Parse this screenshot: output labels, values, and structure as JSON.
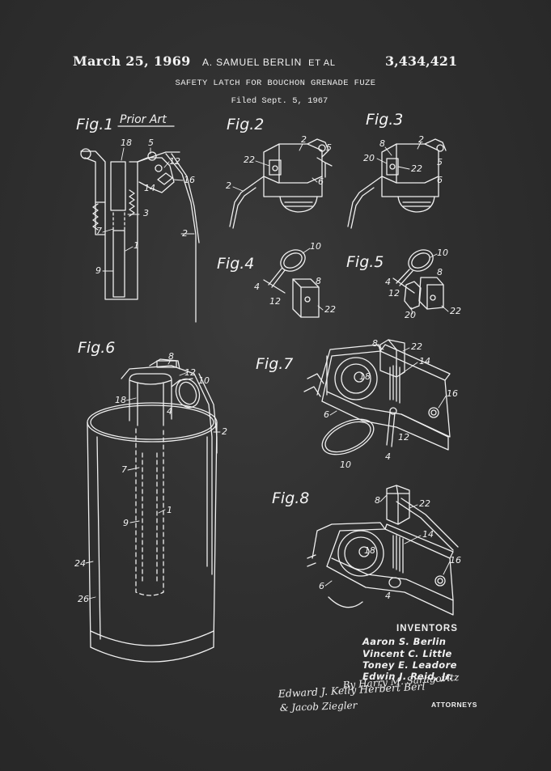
{
  "header": {
    "date": "March 25, 1969",
    "inventor_short": "A. SAMUEL BERLIN",
    "et_al": "ET AL",
    "patent_number": "3,434,421",
    "title": "SAFETY LATCH FOR BOUCHON GRENADE FUZE",
    "filed": "Filed Sept. 5, 1967"
  },
  "figures": {
    "fig1": "Fig.1",
    "prior_art": "Prior Art",
    "fig2": "Fig.2",
    "fig3": "Fig.3",
    "fig4": "Fig.4",
    "fig5": "Fig.5",
    "fig6": "Fig.6",
    "fig7": "Fig.7",
    "fig8": "Fig.8"
  },
  "inventors": {
    "heading": "INVENTORS",
    "names": [
      "Aaron S. Berlin",
      "Vincent C. Little",
      "Toney E. Leadore",
      "Edwin J. Reid, Jr."
    ]
  },
  "attorneys": {
    "signature_line_1": "By Harry M. Saragovitz",
    "signature_line_2": "Edward J. Kelly  Herbert Berl",
    "signature_line_3": "& Jacob Ziegler",
    "label": "ATTORNEYS"
  },
  "colors": {
    "chalkboard": "#2f2f2f",
    "chalk": "#f0f0f0"
  }
}
